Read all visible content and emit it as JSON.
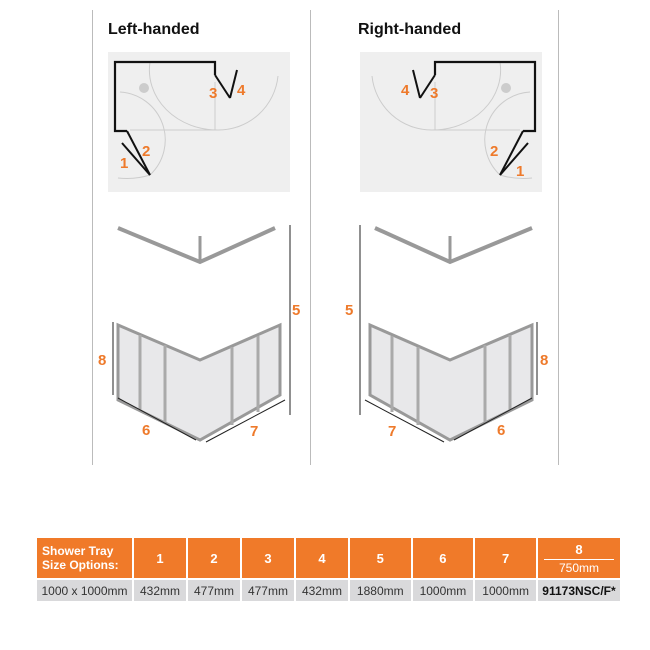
{
  "left": {
    "title": "Left-handed",
    "labels": [
      "1",
      "2",
      "3",
      "4",
      "5",
      "6",
      "7",
      "8"
    ]
  },
  "right": {
    "title": "Right-handed",
    "labels": [
      "1",
      "2",
      "3",
      "4",
      "5",
      "6",
      "7",
      "8"
    ]
  },
  "table": {
    "header_label": "Shower Tray Size Options:",
    "columns": [
      "1",
      "2",
      "3",
      "4",
      "5",
      "6",
      "7",
      "8"
    ],
    "col8_sub": "750mm",
    "row": [
      "1000 x 1000mm",
      "432mm",
      "477mm",
      "477mm",
      "432mm",
      "1880mm",
      "1000mm",
      "1000mm",
      "91173NSC/F*"
    ]
  },
  "colors": {
    "accent": "#ee7a2b",
    "cell": "#d9d9db"
  }
}
